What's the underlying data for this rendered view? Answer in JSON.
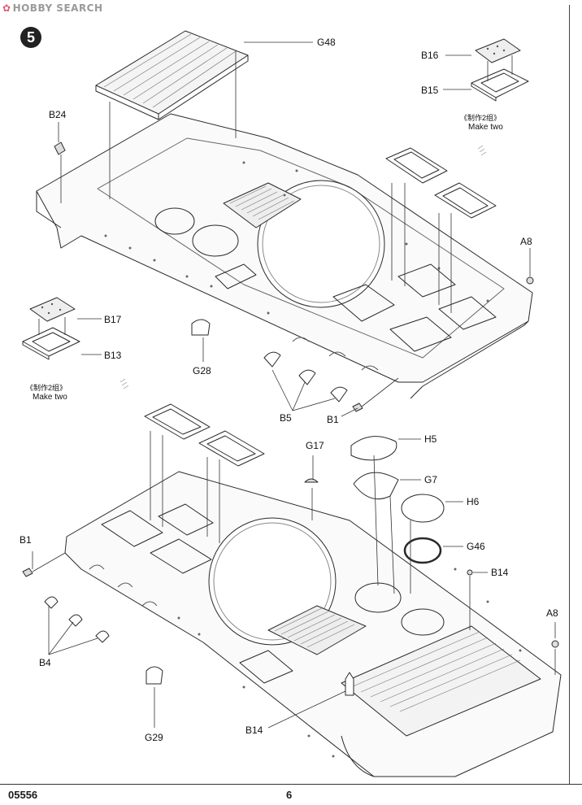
{
  "watermark": {
    "logo": "✿",
    "text": "HOBBY SEARCH"
  },
  "step_number": "5",
  "footer": {
    "product_code": "05556",
    "page_number": "6"
  },
  "make_two_cn": "《制作2组》",
  "make_two_en": "Make two",
  "labels": {
    "g48": "G48",
    "b16": "B16",
    "b15": "B15",
    "b24": "B24",
    "a8_top": "A8",
    "b17": "B17",
    "b13": "B13",
    "g28": "G28",
    "b5": "B5",
    "b1_top": "B1",
    "g17": "G17",
    "h5": "H5",
    "g7": "G7",
    "h6": "H6",
    "g46": "G46",
    "b14_right": "B14",
    "b1_bottom": "B1",
    "a8_bottom": "A8",
    "b4": "B4",
    "g29": "G29",
    "b14_bottom": "B14"
  },
  "colors": {
    "line": "#2a2a2a",
    "paper": "#ffffff",
    "step_badge": "#222222",
    "watermark": "#9a9a9a"
  }
}
